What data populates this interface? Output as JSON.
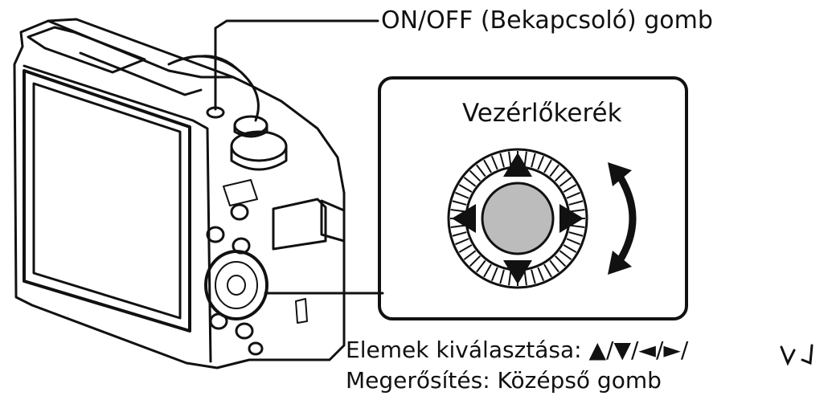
{
  "labels": {
    "power_button": "ON/OFF (Bekapcsoló) gomb",
    "control_wheel": "Vezérlőkerék",
    "select_items": "Elemek kiválasztása: ▲/▼/◄/►/",
    "confirm": "Megerősítés: Középső gomb"
  },
  "colors": {
    "line": "#111111",
    "center_button": "#bcbcbc",
    "background": "#ffffff"
  },
  "icons": {
    "up": "arrow-up-icon",
    "down": "arrow-down-icon",
    "left": "arrow-left-icon",
    "right": "arrow-right-icon",
    "rotate": "rotate-arrow-icon"
  }
}
